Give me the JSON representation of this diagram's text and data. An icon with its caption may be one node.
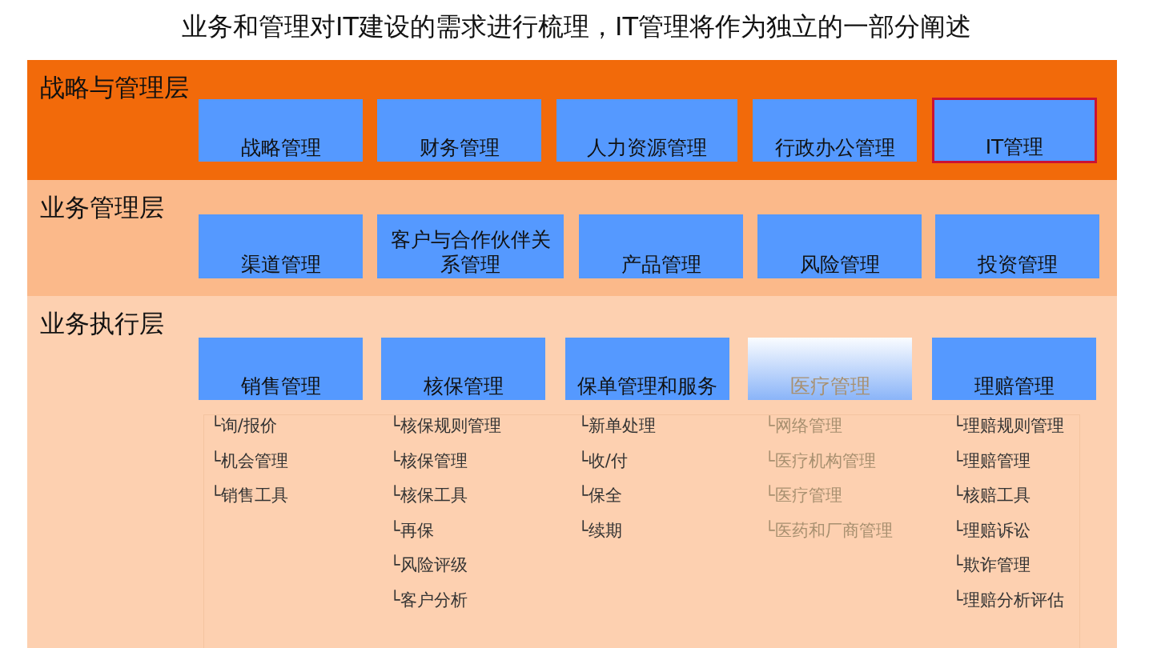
{
  "diagram": {
    "title": "业务和管理对IT建设的需求进行梳理，IT管理将作为独立的一部分阐述",
    "nodes": [
      {
        "text": [
          "战略与管理层"
        ]
      },
      {
        "text": [
          "战略管理"
        ],
        "in": 0
      },
      {
        "text": [
          "财务管理"
        ],
        "in": 0
      },
      {
        "text": [
          "人力资源管理"
        ],
        "in": 0
      },
      {
        "text": [
          "行政办公管理"
        ],
        "in": 0
      },
      {
        "text": [
          "IT管理"
        ],
        "in": 0
      },
      {
        "text": [
          "业务管理层"
        ]
      },
      {
        "text": [
          "渠道管理"
        ],
        "in": 6
      },
      {
        "text": [
          "客户与合作伙伴关系管理"
        ],
        "in": 6
      },
      {
        "text": [
          "产品管理"
        ],
        "in": 6
      },
      {
        "text": [
          "风险管理"
        ],
        "in": 6
      },
      {
        "text": [
          "投资管理"
        ],
        "in": 6
      },
      {
        "text": [
          "业务执行层"
        ]
      },
      {
        "text": [
          "销售管理"
        ],
        "in": 12,
        "beside": [
          "└询/报价",
          "└机会管理",
          "└销售工具"
        ]
      },
      {
        "text": [
          "核保管理"
        ],
        "in": 12,
        "beside": [
          "└核保规则管理",
          "└核保管理",
          "└核保工具",
          "└再保",
          "└风险评级",
          "└客户分析"
        ]
      },
      {
        "text": [
          "保单管理和服务"
        ],
        "in": 12,
        "beside": [
          "└新单处理",
          "└收/付",
          "└保全",
          "└续期"
        ]
      },
      {
        "text": [
          "医疗管理"
        ],
        "in": 12,
        "beside": [
          "└网络管理",
          "└医疗机构管理",
          "└医疗管理",
          "└医药和厂商管理"
        ]
      },
      {
        "text": [
          "理赔管理"
        ],
        "in": 12,
        "beside": [
          "└理赔规则管理",
          "└理赔管理",
          "└核赔工具",
          "└理赔诉讼",
          "└欺诈管理",
          "└理赔分析评估"
        ]
      }
    ],
    "edges": []
  }
}
